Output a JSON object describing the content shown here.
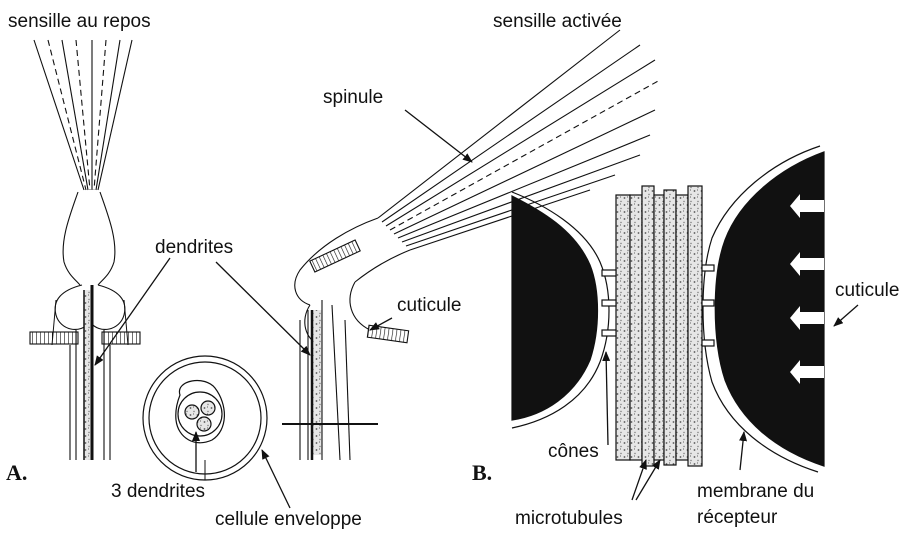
{
  "labels": {
    "sensille_repos": "sensille au repos",
    "sensille_activee": "sensille activée",
    "spinule": "spinule",
    "dendrites": "dendrites",
    "cuticule_a": "cuticule",
    "cuticule_b": "cuticule",
    "trois_dendrites": "3 dendrites",
    "cellule_enveloppe": "cellule enveloppe",
    "cones": "cônes",
    "microtubules": "microtubules",
    "membrane_line1": "membrane du",
    "membrane_line2": "récepteur"
  },
  "panels": {
    "a": "A.",
    "b": "B."
  },
  "colors": {
    "ink": "#111111",
    "paper": "#ffffff",
    "stipple": "#bdbdbd"
  }
}
